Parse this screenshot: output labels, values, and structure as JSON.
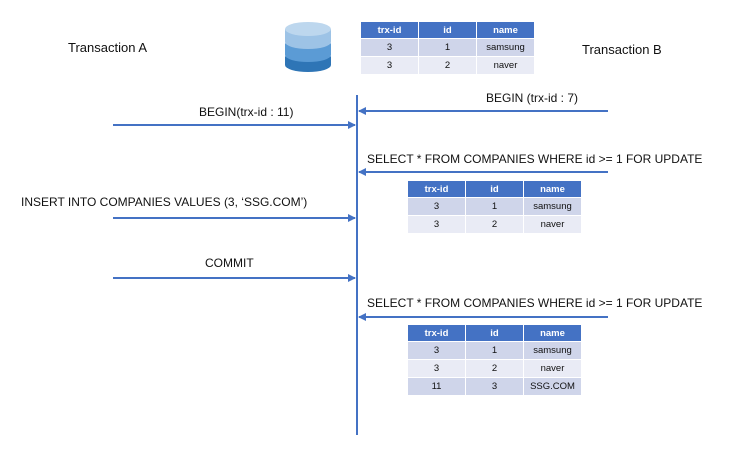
{
  "transactions": {
    "a_label": "Transaction A",
    "b_label": "Transaction B"
  },
  "colors": {
    "arrow": "#4472c4",
    "table_header": "#4472c4",
    "row_odd": "#cfd5ea",
    "row_even": "#e9ebf5",
    "db_top": "#bdd7ee",
    "db_mid": "#5b9bd5",
    "db_bottom": "#2e75b6"
  },
  "database_icon": "database-icon",
  "messages": [
    {
      "from": "A",
      "text": "BEGIN(trx-id : 11)"
    },
    {
      "from": "B",
      "text": "BEGIN (trx-id : 7)"
    },
    {
      "from": "B",
      "text": "SELECT * FROM COMPANIES WHERE id >= 1 FOR UPDATE"
    },
    {
      "from": "A",
      "text": "INSERT INTO COMPANIES VALUES (3, ‘SSG.COM’)"
    },
    {
      "from": "A",
      "text": "COMMIT"
    },
    {
      "from": "B",
      "text": "SELECT * FROM COMPANIES WHERE id >= 1 FOR UPDATE"
    }
  ],
  "tables": {
    "headers": [
      "trx-id",
      "id",
      "name"
    ],
    "initial": [
      [
        "3",
        "1",
        "samsung"
      ],
      [
        "3",
        "2",
        "naver"
      ]
    ],
    "after_first_select": [
      [
        "3",
        "1",
        "samsung"
      ],
      [
        "3",
        "2",
        "naver"
      ]
    ],
    "after_second_select": [
      [
        "3",
        "1",
        "samsung"
      ],
      [
        "3",
        "2",
        "naver"
      ],
      [
        "11",
        "3",
        "SSG.COM"
      ]
    ]
  }
}
